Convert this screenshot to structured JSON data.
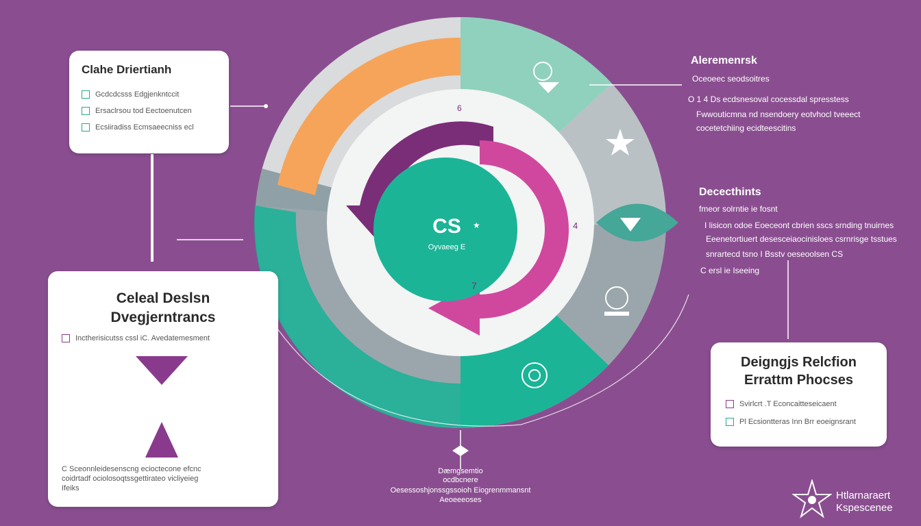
{
  "colors": {
    "background": "#8a4e90",
    "orange": "#f6a45a",
    "mint": "#8fd1bd",
    "teal": "#1bb497",
    "gray": "#9aa6ab",
    "magenta": "#d0489e",
    "purple": "#7a2e78",
    "card": "#ffffff"
  },
  "center": {
    "title": "CS",
    "star": "★",
    "subtitle": "Oyvaeeg E"
  },
  "cycle_numbers": {
    "top": "6",
    "right": "4",
    "bottom": "7"
  },
  "card_top_left": {
    "title": "Clahe Driertianh",
    "rows": [
      "Gcdcdcsss Edgjenkntccit",
      "Ersaclrsou tod Eectoenutcen",
      "Ecsiiradiss Ecmsaeecniss ecl"
    ]
  },
  "card_bottom_left": {
    "title_line1": "Celeal Deslsn",
    "title_line2": "Dvegjerntrancs",
    "desc": "Inctherisicutss cssl iC. Avedatemesment",
    "bottom_text": [
      "C  Sceonnleidesenscng ecioctecone efcnc",
      "coidrtadf ociolosoqtssgettirateo vicliyeieg",
      "Ifeiks"
    ]
  },
  "card_bottom_right": {
    "title_line1": "Deigngjs Relcfion",
    "title_line2": "Errattm Phocses",
    "rows": [
      "Svirlcrt .T Econcaitteseicaent",
      "Pl Ecsiontteras Inn Brr eoeignsrant"
    ]
  },
  "top_right": {
    "title": "Aleremenrsk",
    "lines": [
      "Oceoeec seodsoitres",
      "O  1 4  Ds  ecdsnesoval cocessdal spresstess",
      "Fwwouticmna nd nsendoery eotvhocl tveeect",
      "cocetetchiing ecidteescitins"
    ]
  },
  "mid_right": {
    "title": "Dececthints",
    "lines": [
      "fmeor solrntie ie fosnt",
      "I  lisicon odoe Eoeceont cbrien sscs srnding tnuirnes",
      "Eeenetortiuert desesceiaocinisloes csrnrisge tsstues",
      "snrartecd tsno I  Bsstv  oeseoolsen CS",
      "C ersl ie Iseeing"
    ]
  },
  "bottom_center": {
    "lines": [
      "Dæmgsemtio",
      "ocdbcnere",
      "Oesessoshjonssgssoioh Eiogrenmmansnt",
      "Aeoeeeoses"
    ]
  },
  "logo": {
    "line1": "Htlarnaraert",
    "line2": "Kspescenee"
  }
}
